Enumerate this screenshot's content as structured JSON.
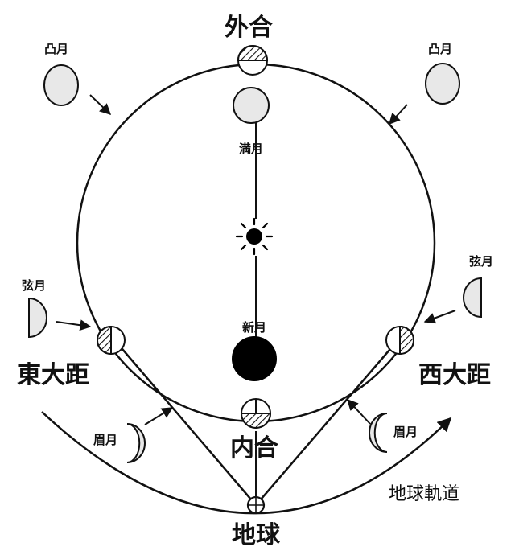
{
  "labels": {
    "superior_conjunction": "外合",
    "inferior_conjunction": "内合",
    "greatest_east": "東大距",
    "greatest_west": "西大距",
    "earth": "地球",
    "earth_orbit": "地球軌道",
    "full": "満月",
    "new": "新月",
    "gibbous_left": "凸月",
    "gibbous_right": "凸月",
    "quarter_left": "弦月",
    "quarter_right": "弦月",
    "crescent_left": "眉月",
    "crescent_right": "眉月"
  },
  "colors": {
    "line": "#111111",
    "phase_fill": "#e8e8e8",
    "dark": "#000000"
  }
}
